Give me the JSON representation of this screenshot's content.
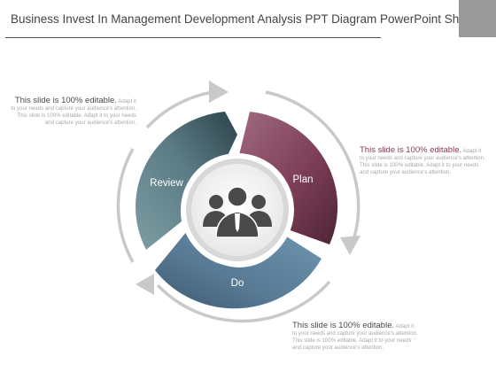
{
  "slide": {
    "title": "Business Invest In Management Development Analysis PPT Diagram PowerPoint Show"
  },
  "diagram": {
    "segments": [
      {
        "label": "Plan",
        "color": "#7a3a52"
      },
      {
        "label": "Do",
        "color": "#5a7e98"
      },
      {
        "label": "Review",
        "color": "#4c6e78"
      }
    ],
    "center_icon": "team-people-icon"
  },
  "notes": {
    "left": {
      "headline": "This slide is 100% editable.",
      "body": "Adapt it to your needs and capture your audience's attention. This slide is 100% editable. Adapt it to your needs and capture your audience's attention."
    },
    "right": {
      "headline": "This slide is 100% editable.",
      "body": "Adapt it to your needs and capture your audience's attention. This slide is 100% editable. Adapt it to your needs and capture your audience's attention."
    },
    "bottom": {
      "headline": "This slide is 100% editable.",
      "body": "Adapt it to your needs and capture your audience's attention. This slide is 100% editable. Adapt it to your needs and capture your audience's attention."
    }
  }
}
